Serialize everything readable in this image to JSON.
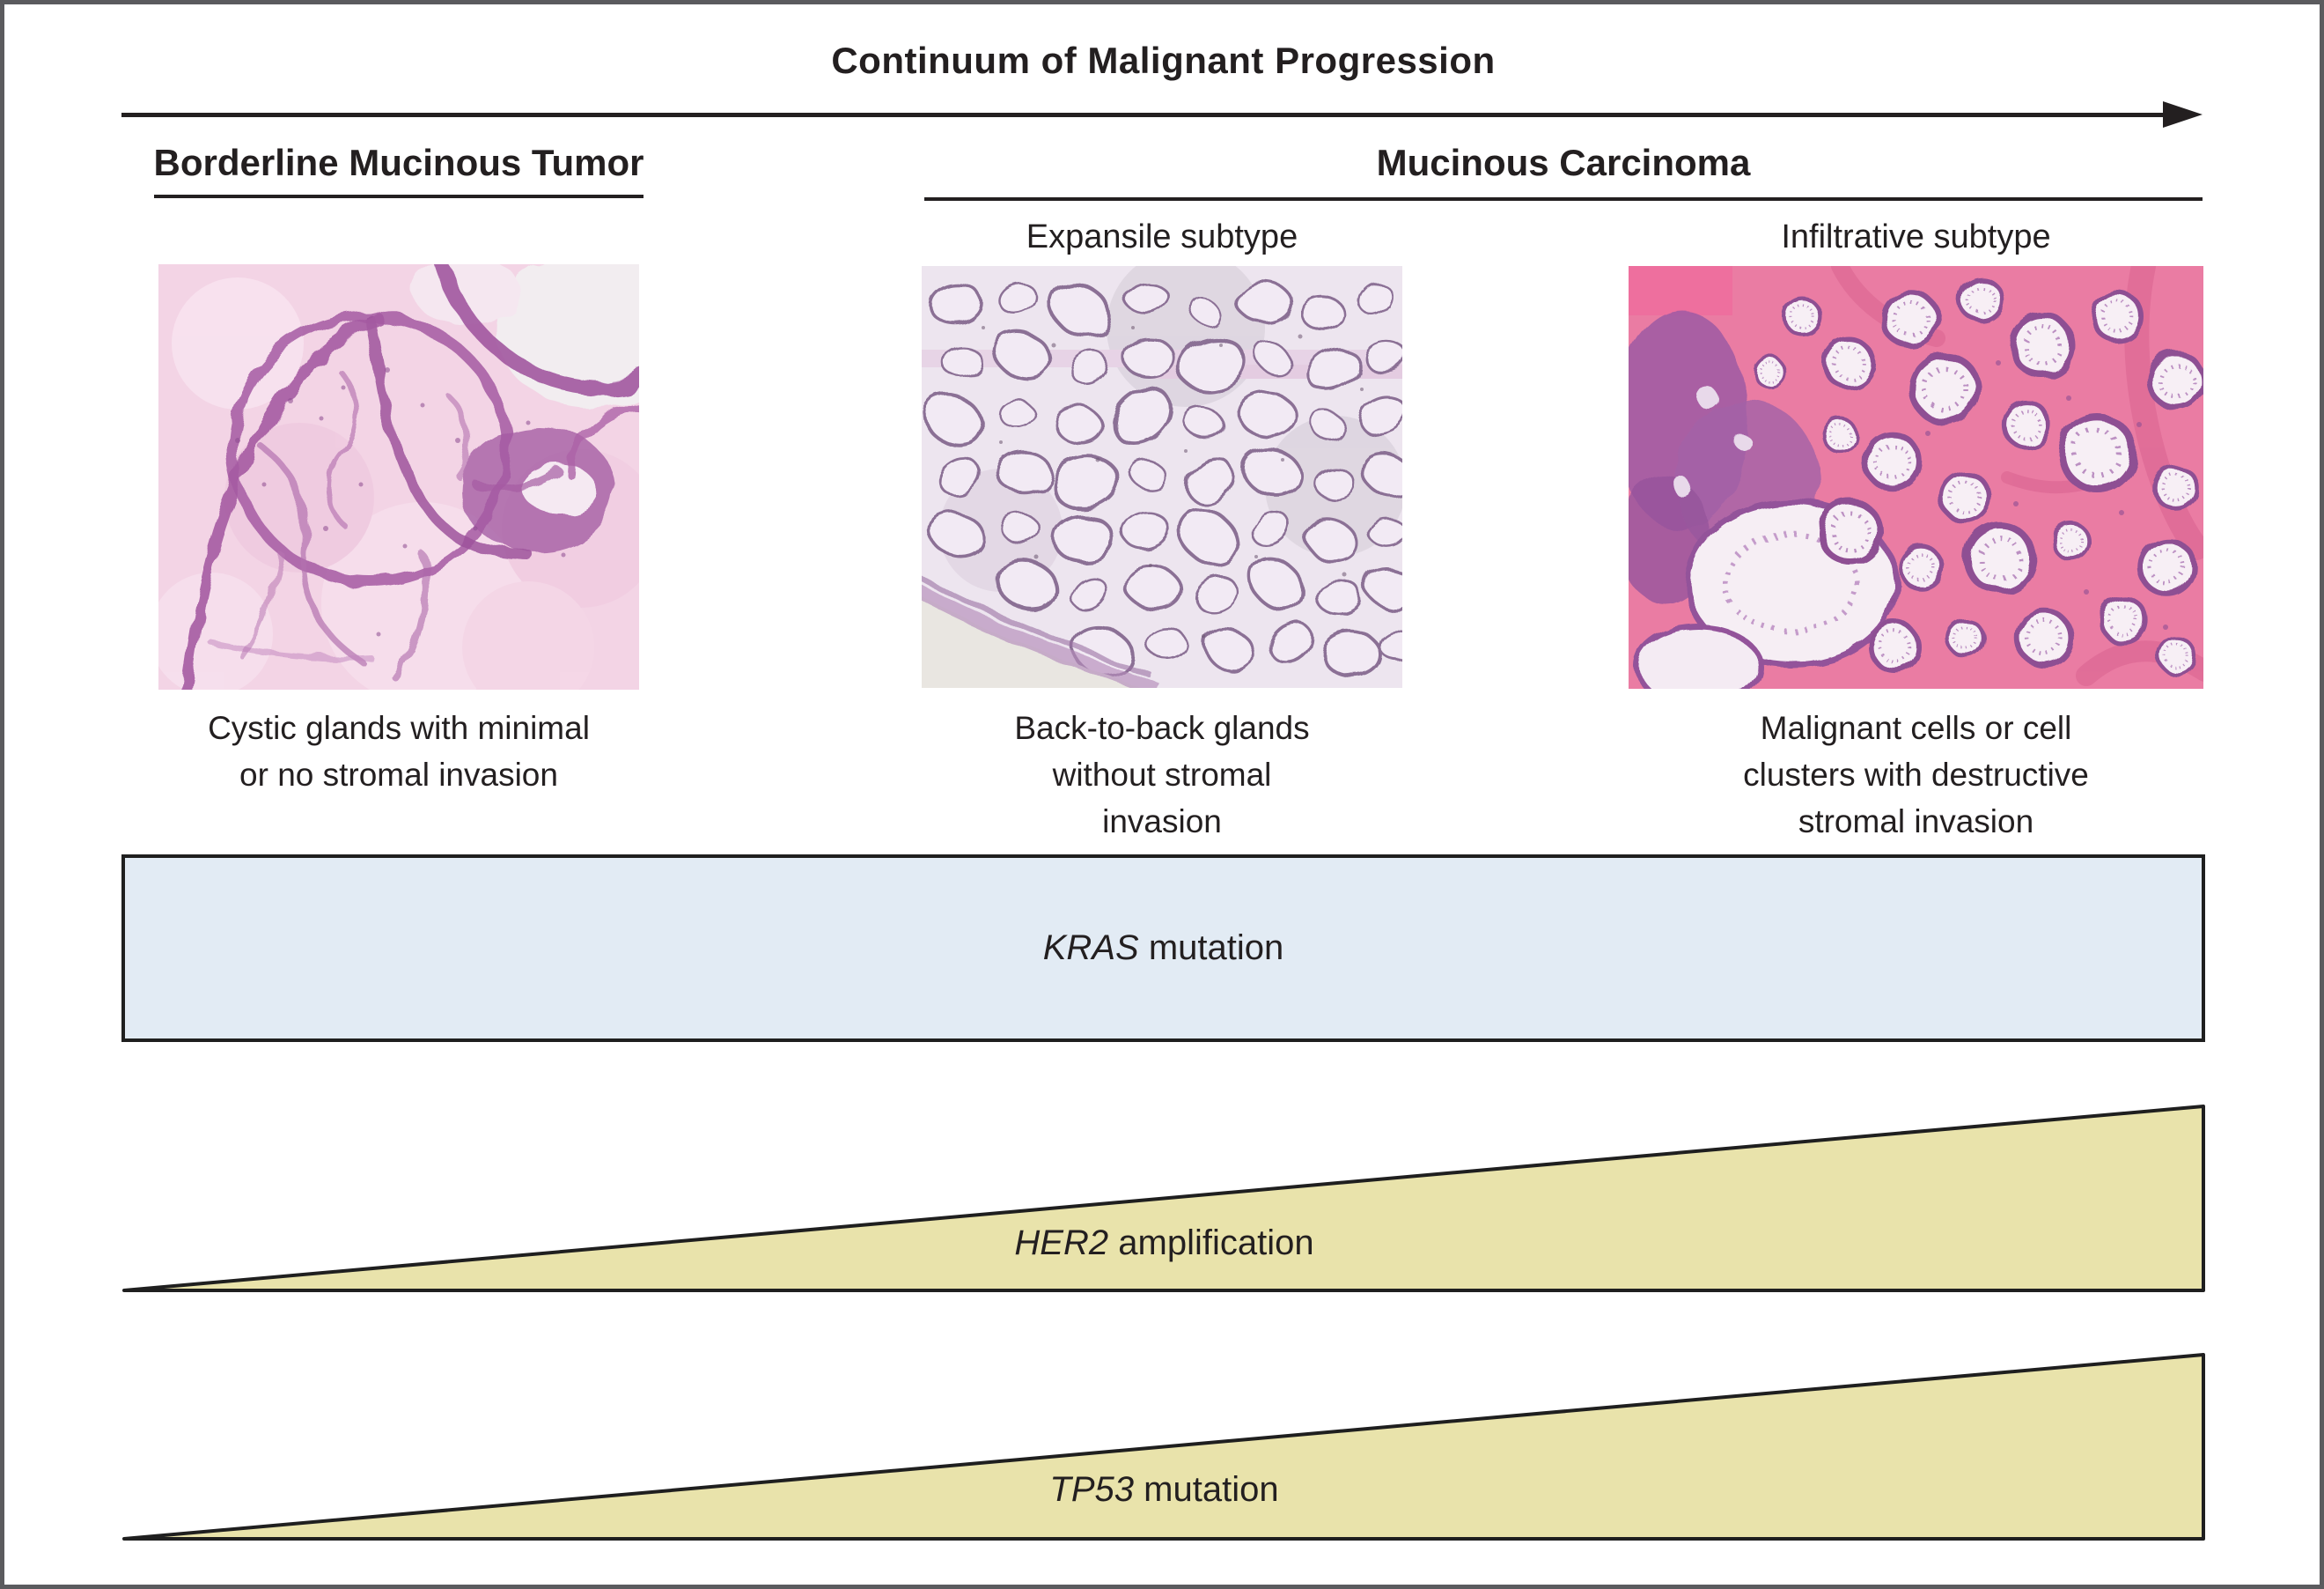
{
  "figure": {
    "title": "Continuum of Malignant Progression",
    "groups": [
      {
        "label": "Borderline Mucinous Tumor"
      },
      {
        "label": "Mucinous Carcinoma"
      }
    ],
    "columns": [
      {
        "image": "borderline-mucinous-tumor-histology",
        "caption_lines": [
          "Cystic glands with minimal",
          "or no stromal invasion"
        ]
      },
      {
        "subtype": "Expansile subtype",
        "image": "expansile-subtype-histology",
        "caption_lines": [
          "Back-to-back glands",
          "without stromal",
          "invasion"
        ]
      },
      {
        "subtype": "Infiltrative subtype",
        "image": "infiltrative-subtype-histology",
        "caption_lines": [
          "Malignant cells or cell",
          "clusters with destructive",
          "stromal invasion"
        ]
      }
    ],
    "bands": [
      {
        "gene": "KRAS",
        "label": "mutation",
        "shape": "bar",
        "fill": "#e2ebf4"
      },
      {
        "gene": "HER2",
        "label": "amplification",
        "shape": "wedge-increasing-right",
        "fill": "#e9e3ab"
      },
      {
        "gene": "TP53",
        "label": "mutation",
        "shape": "wedge-increasing-right",
        "fill": "#e9e3ab"
      }
    ],
    "colors": {
      "text": "#231f20",
      "outline": "#1f1f1f",
      "frame_border": "#5b5b5e",
      "kras_band_fill": "#e2ebf4",
      "wedge_fill": "#e9e3ab",
      "histology_pink": "#ea7ca3",
      "histology_purple": "#9d5ba3",
      "histology_pale": "#ede5ef"
    }
  }
}
